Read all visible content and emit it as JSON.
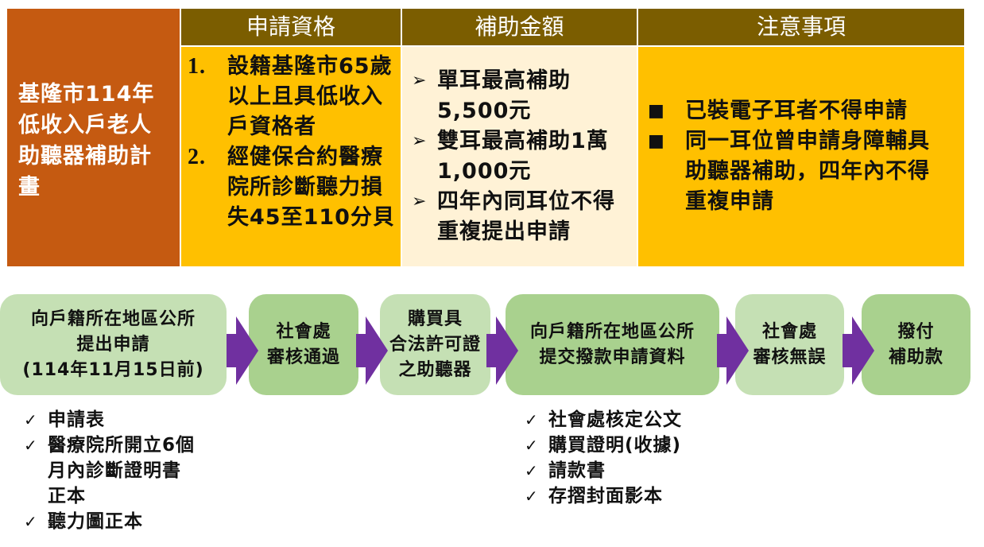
{
  "table": {
    "title": "基隆市114年低收入戶老人助聽器補助計畫",
    "headers": [
      "申請資格",
      "補助金額",
      "注意事項"
    ],
    "qualifications": [
      {
        "num": "1.",
        "text": "設籍基隆市65歲以上且具低收入戶資格者"
      },
      {
        "num": "2.",
        "text": "經健保合約醫療院所診斷聽力損失45至110分貝"
      }
    ],
    "amounts": [
      {
        "bullet": "➢",
        "text": "單耳最高補助5,500元"
      },
      {
        "bullet": "➢",
        "text": "雙耳最高補助1萬1,000元"
      },
      {
        "bullet": "➢",
        "text": "四年內同耳位不得重複提出申請"
      }
    ],
    "notes": [
      {
        "bullet": "■",
        "text": "已裝電子耳者不得申請"
      },
      {
        "bullet": "■",
        "text": "同一耳位曾申請身障輔具助聽器補助，四年內不得重複申請"
      }
    ]
  },
  "flow": {
    "steps": [
      {
        "lines": [
          "向戶籍所在地區公所",
          "提出申請",
          "(114年11月15日前)"
        ]
      },
      {
        "lines": [
          "社會處",
          "審核通過"
        ]
      },
      {
        "lines": [
          "購買具",
          "合法許可證",
          "之助聽器"
        ]
      },
      {
        "lines": [
          "向戶籍所在地區公所",
          "提交撥款申請資料"
        ]
      },
      {
        "lines": [
          "社會處",
          "審核無誤"
        ]
      },
      {
        "lines": [
          "撥付",
          "補助款"
        ]
      }
    ],
    "arrow_color": "#7030a0"
  },
  "checklists": {
    "application_docs": {
      "mark": "✓",
      "items": [
        "申請表",
        "醫療院所開立6個月內診斷證明書正本",
        "聽力圖正本"
      ]
    },
    "payment_docs": {
      "mark": "✓",
      "items": [
        "社會處核定公文",
        "購買證明(收據)",
        "請款書",
        "存摺封面影本"
      ]
    }
  },
  "colors": {
    "title_bg": "#c55a11",
    "header_bg": "#7b5d00",
    "qualification_bg": "#ffc000",
    "amount_bg": "#fff2d6",
    "notes_bg": "#ffc000",
    "step_light": "#c5e0b4",
    "step_mid": "#a9d18e"
  }
}
